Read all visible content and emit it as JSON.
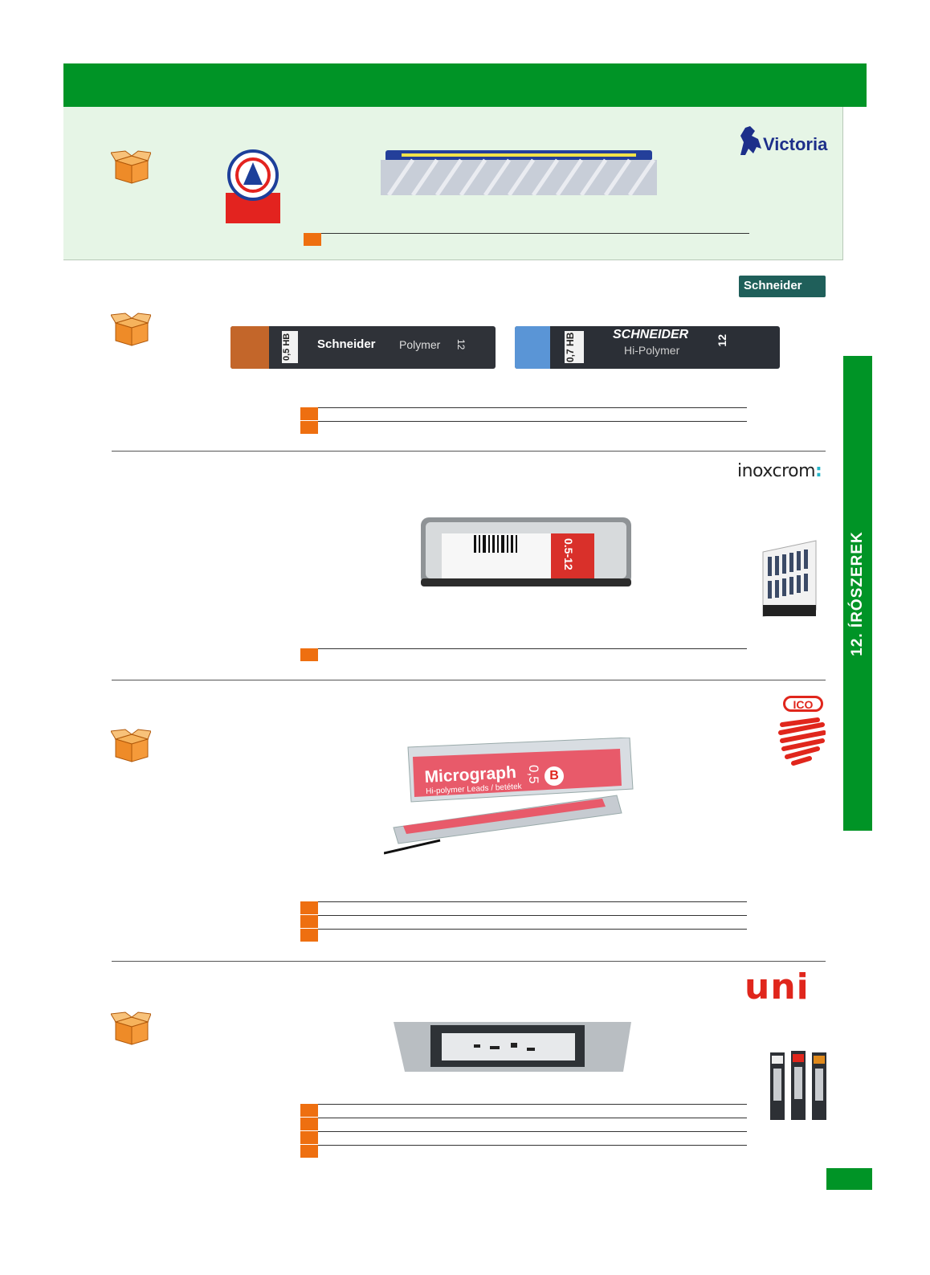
{
  "header": {
    "color": "#009426"
  },
  "side_tab": {
    "label": "12. ÍRÓSZEREK",
    "color": "#009426"
  },
  "brands": {
    "victoria": "Victoria",
    "schneider": "Schneider",
    "inoxcrom": "inoxcrom",
    "ico": "ICO",
    "uni": "uni"
  },
  "products": {
    "schneider_polymer": {
      "size": "0,5",
      "grade": "HB",
      "brand": "Schneider",
      "name": "Polymer",
      "count": "12"
    },
    "schneider_hipolymer": {
      "size": "0,7",
      "grade": "HB",
      "brand": "SCHNEIDER",
      "name": "Hi-Polymer",
      "count": "12"
    },
    "inoxcrom_case": {
      "label": "0.5-12"
    },
    "ico_micrograph": {
      "name": "Micrograph",
      "sub": "Hi-polymer Leads / betétek",
      "size": "0,5",
      "grade": "B"
    }
  },
  "colors": {
    "accent_orange": "#ee6f10",
    "green": "#009426",
    "featured_bg": "#e6f5e6"
  },
  "icons": [
    "box-icon"
  ]
}
